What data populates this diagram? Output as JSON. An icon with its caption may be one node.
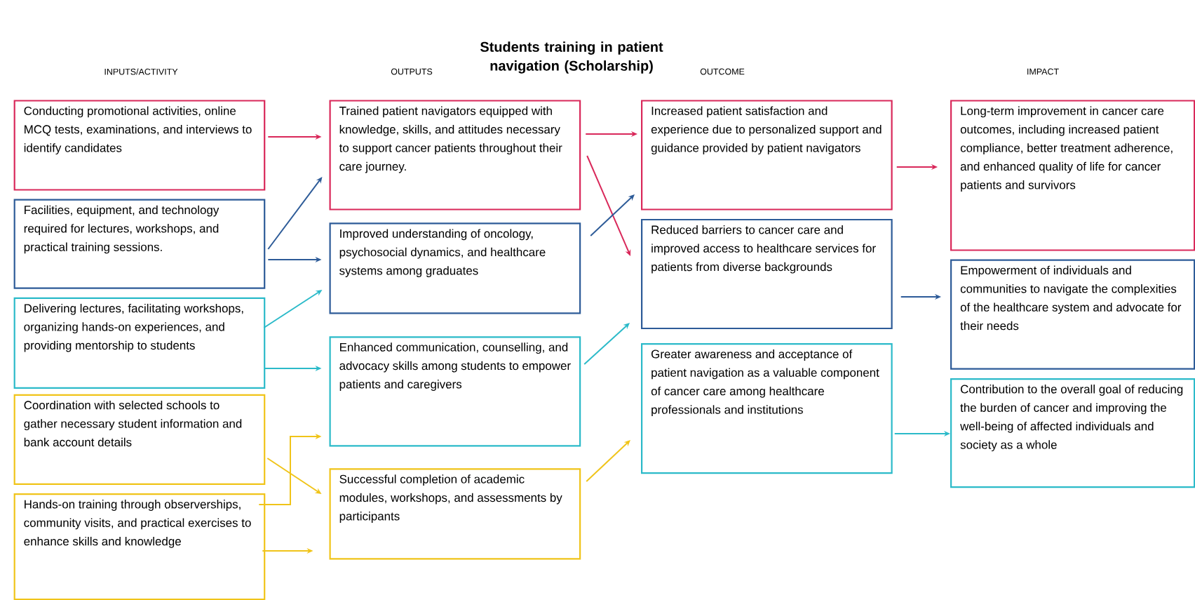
{
  "diagram": {
    "title": "Students training in patient navigation (Scholarship)",
    "nodes": [
      {
        "text": [
          "Conducting promotional activities, online MCQ tests, examinations, and interviews to identify candidates"
        ]
      },
      {
        "text": [
          "Facilities, equipment, and technology required for lectures, workshops, and practical training sessions."
        ]
      },
      {
        "text": [
          "Delivering lectures, facilitating workshops, organizing hands-on experiences, and providing mentorship to students"
        ]
      },
      {
        "text": [
          "Coordination with selected schools to gather necessary student information and bank account details"
        ]
      },
      {
        "text": [
          "Hands-on training through observerships, community visits, and practical exercises to enhance skills and knowledge"
        ]
      },
      {
        "text": [
          "Trained patient navigators equipped with knowledge, skills, and attitudes necessary to support cancer patients throughout their care journey."
        ]
      },
      {
        "text": [
          "Improved understanding of oncology, psychosocial dynamics, and healthcare systems among graduates"
        ]
      },
      {
        "text": [
          "Enhanced communication, counselling, and advocacy skills among students to empower patients and caregivers"
        ]
      },
      {
        "text": [
          "Successful completion of academic modules, workshops, and assessments by participants"
        ]
      },
      {
        "text": [
          "Increased patient satisfaction and experience due to personalized support and guidance provided by patient navigators"
        ]
      },
      {
        "text": [
          "Reduced barriers to cancer care and improved access to healthcare services for patients from diverse backgrounds"
        ]
      },
      {
        "text": [
          "Greater awareness and acceptance of patient navigation as a valuable component of cancer care among healthcare professionals and institutions"
        ]
      },
      {
        "text": [
          "Long-term improvement in cancer care outcomes, including increased patient compliance, better treatment adherence, and enhanced quality of life for cancer patients and survivors"
        ]
      },
      {
        "text": [
          "Empowerment of individuals and communities to navigate the complexities of the healthcare system and advocate for their needs"
        ]
      },
      {
        "text": [
          "Contribution to the overall goal of reducing the burden of cancer and improving the well-being of affected individuals and society as a whole"
        ]
      }
    ],
    "edges": [
      {
        "from": 0,
        "to": 5,
        "arrow": "to",
        "color": "#d9285a"
      },
      {
        "from": 1,
        "to": 5,
        "arrow": "to",
        "color": "#2d5b98"
      },
      {
        "from": 1,
        "to": 6,
        "arrow": "to",
        "color": "#2d5b98"
      },
      {
        "from": 2,
        "to": 6,
        "arrow": "to",
        "color": "#2bbac9"
      },
      {
        "from": 2,
        "to": 7,
        "arrow": "to",
        "color": "#2bbac9"
      },
      {
        "from": 3,
        "to": 8,
        "arrow": "to",
        "color": "#f0c419"
      },
      {
        "from": 4,
        "to": 7,
        "arrow": "to",
        "color": "#f0c419"
      },
      {
        "from": 4,
        "to": 8,
        "arrow": "to",
        "color": "#f0c419"
      },
      {
        "from": 5,
        "to": 9,
        "arrow": "to",
        "color": "#d9285a"
      },
      {
        "from": 5,
        "to": 10,
        "arrow": "to",
        "color": "#d9285a"
      },
      {
        "from": 6,
        "to": 9,
        "arrow": "to",
        "color": "#2d5b98"
      },
      {
        "from": 7,
        "to": 10,
        "arrow": "to",
        "color": "#2bbac9"
      },
      {
        "from": 8,
        "to": 11,
        "arrow": "to",
        "color": "#f0c419"
      },
      {
        "from": 9,
        "to": 12,
        "arrow": "to",
        "color": "#d9285a"
      },
      {
        "from": 10,
        "to": 13,
        "arrow": "to",
        "color": "#2d5b98"
      },
      {
        "from": 11,
        "to": 14,
        "arrow": "to",
        "color": "#2bbac9"
      }
    ],
    "labels": [
      "INPUTS/ACTIVITY",
      "OUTPUTS",
      "OUTCOME",
      "IMPACT"
    ]
  }
}
